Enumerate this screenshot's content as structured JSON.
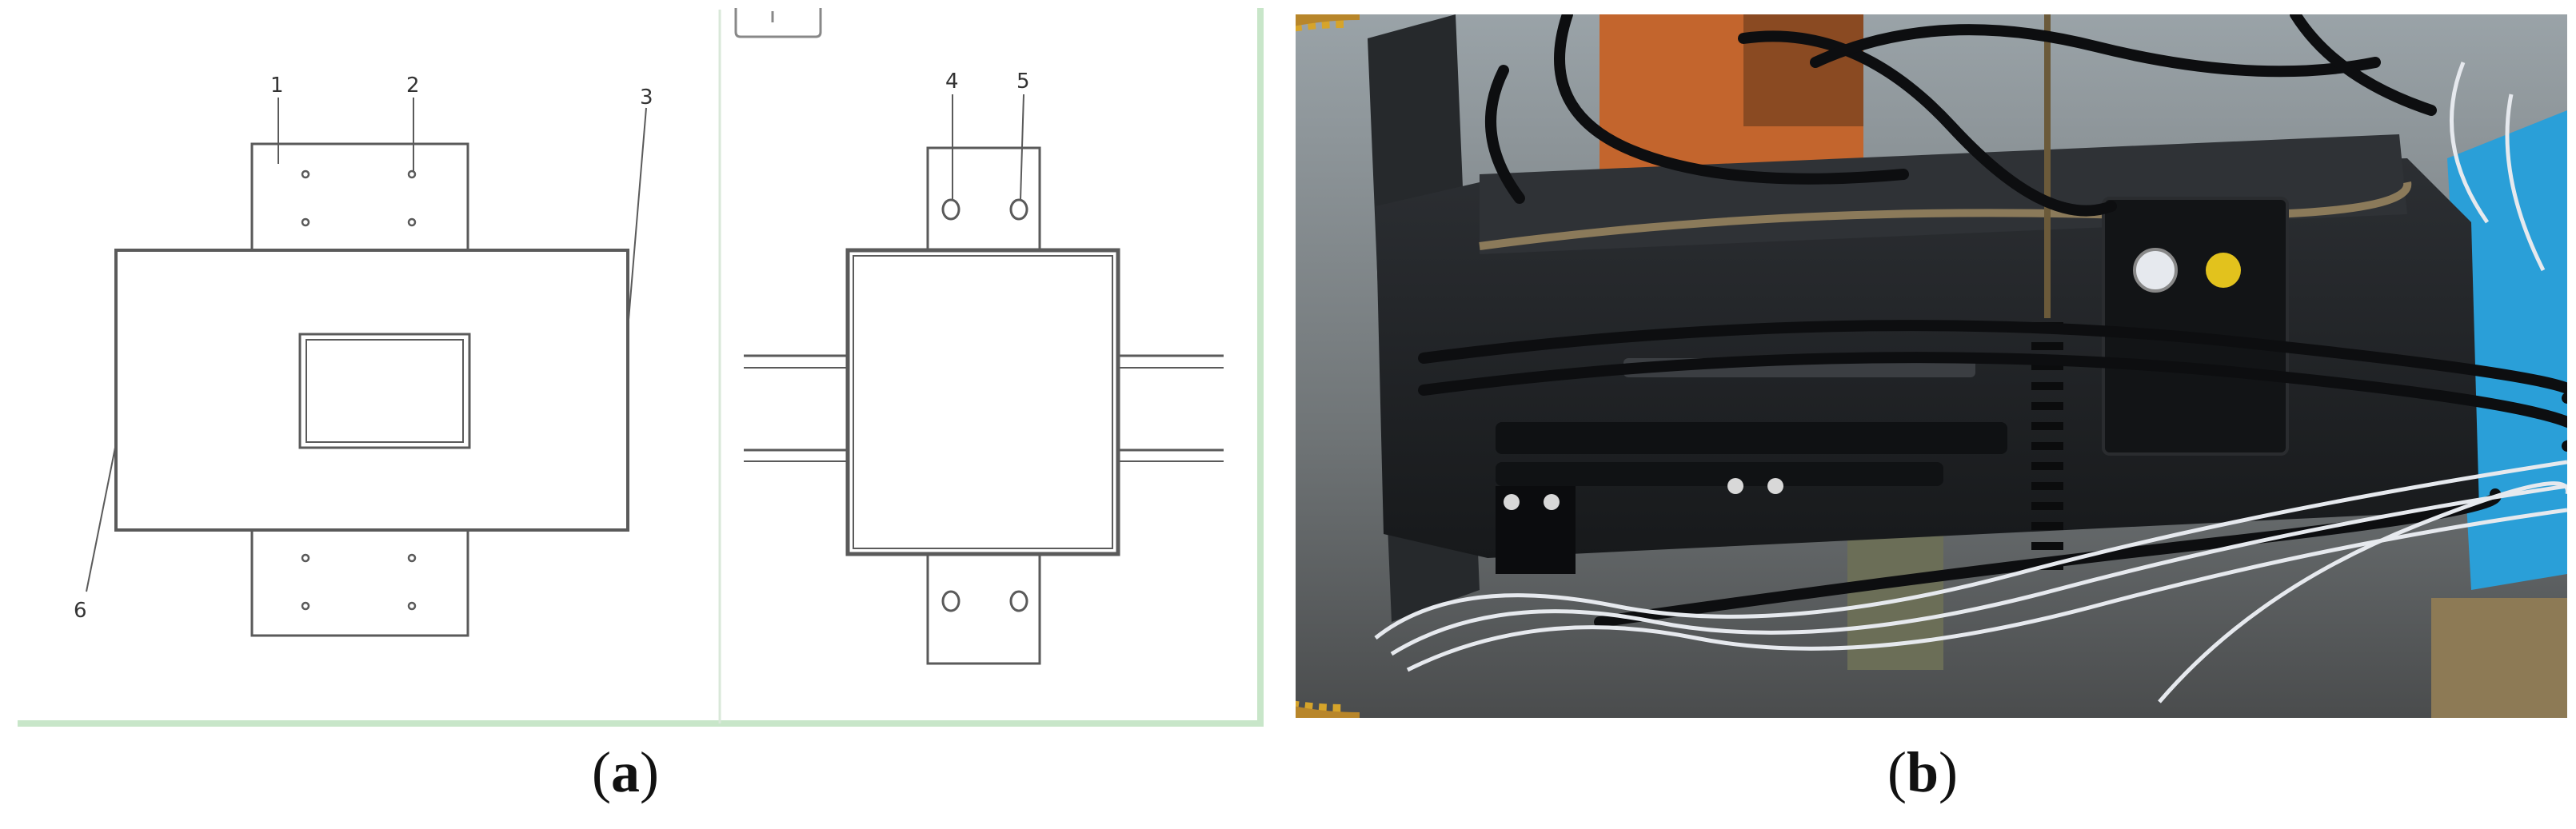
{
  "figure": {
    "panel_a": {
      "caption_open": "(",
      "caption_label": "a",
      "caption_close": ")",
      "callouts": [
        "1",
        "2",
        "3",
        "4",
        "5",
        "6"
      ]
    },
    "panel_b": {
      "caption_open": "(",
      "caption_label": "b",
      "caption_close": ")"
    }
  },
  "colors": {
    "drawing_line": "#5a5a5a",
    "frame_green": "#c8e6c9",
    "machine_black": "#1d1f22",
    "gear_yellow": "#d6a42a",
    "wire_white": "#e6e9ee",
    "machine_blue": "#2a9fd8"
  }
}
